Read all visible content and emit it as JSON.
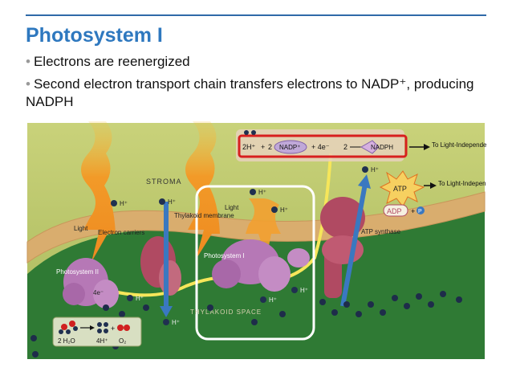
{
  "slide": {
    "title": "Photosystem I",
    "bullets": [
      "Electrons are reenergized",
      "Second electron transport chain transfers electrons to NADP⁺, producing NADPH"
    ]
  },
  "diagram": {
    "regions": {
      "stroma": "STROMA",
      "membrane": "Thylakoid membrane",
      "space": "THYLAKOID SPACE"
    },
    "labels": {
      "light": "Light",
      "electron_carriers": "Electron carriers",
      "photosystem2": "Photosystem II",
      "photosystem1": "Photosystem I",
      "atp_synthase": "ATP synthase",
      "four_e": "4e⁻",
      "to_light_independent": "To Light-Independent Reactions"
    },
    "equation": {
      "lhs_h": "2H⁺",
      "plus": "+",
      "coef": "2",
      "nadp": "NADP⁺",
      "electrons": "+ 4e⁻",
      "arrow_coef": "2",
      "nadph": "NADPH"
    },
    "molecules": {
      "h_ion": "H⁺",
      "atp": "ATP",
      "adp": "ADP",
      "plus_p": "+",
      "p": "P"
    },
    "water_split": {
      "water": "2 H₂O",
      "protons": "4H⁺",
      "oxygen": "O₂"
    },
    "colors": {
      "stroma_bg": "#b9c969",
      "membrane": "#d6a96a",
      "space": "#2f7a34",
      "photosystem": "#b678b6",
      "atp_synthase": "#b04a62",
      "highlight_red": "#d7201f",
      "highlight_white": "#ffffff",
      "arrow_blue": "#3a78c0",
      "light_orange": "#f0a030",
      "electron_path": "#f5e860"
    }
  }
}
